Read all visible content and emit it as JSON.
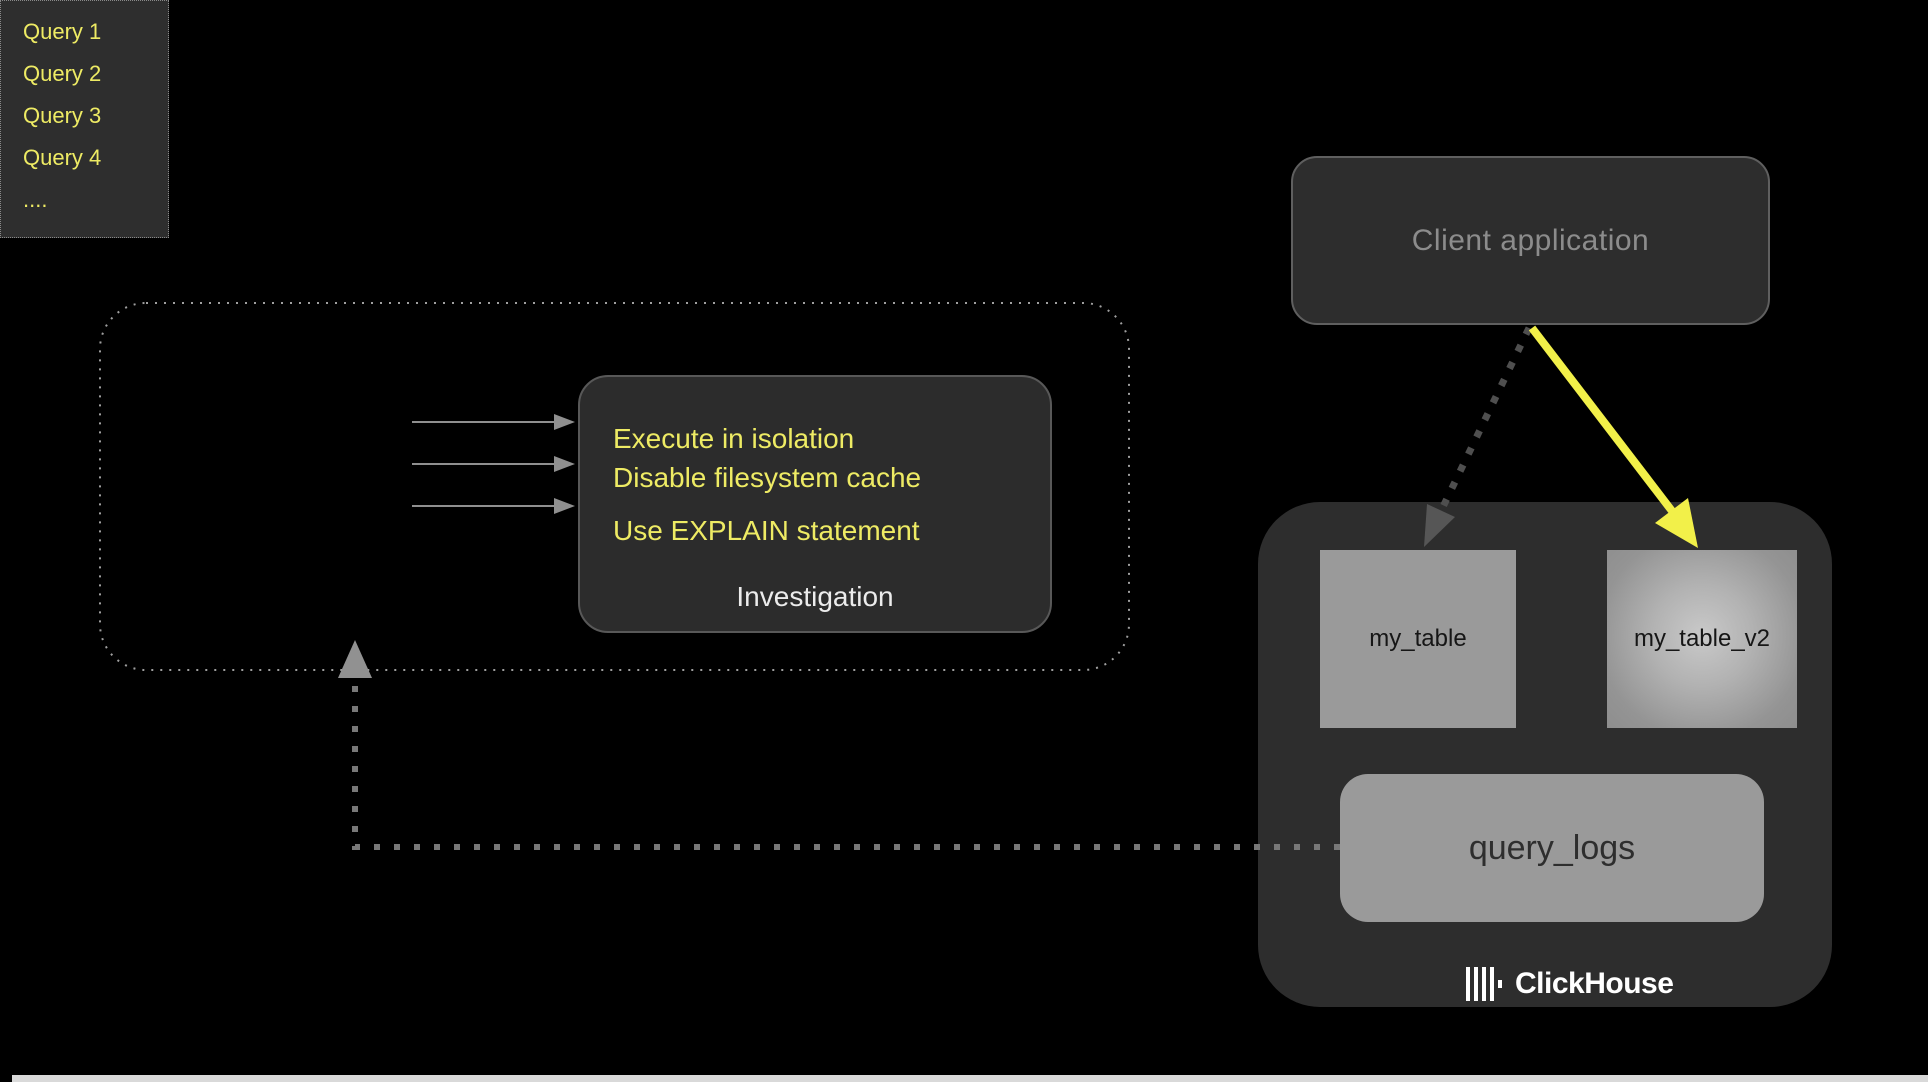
{
  "client_application": {
    "label": "Client application"
  },
  "queries": {
    "items": [
      "Query 1",
      "Query 2",
      "Query 3",
      "Query 4",
      "...."
    ]
  },
  "investigation": {
    "tips": [
      "Execute in isolation",
      "Disable filesystem cache",
      "Use EXPLAIN statement"
    ],
    "caption": "Investigation"
  },
  "clickhouse": {
    "table_old": "my_table",
    "table_new": "my_table_v2",
    "logs_table": "query_logs",
    "brand": "ClickHouse"
  },
  "colors": {
    "background": "#000000",
    "panel_dark": "#2d2d2d",
    "panel_border": "#5f5f5f",
    "yellow_text": "#eeeb64",
    "yellow_arrow": "#f2f049",
    "gray_box_fill": "#9a9a9a",
    "muted_text": "#8c8c8c",
    "white_text": "#ececec",
    "thin_arrow_gray": "#8f8f8f",
    "dotted_path_gray": "#787878",
    "client_dotted_arrow_gray": "#4f4f4f",
    "bottom_strip": "#d9d9d9"
  }
}
